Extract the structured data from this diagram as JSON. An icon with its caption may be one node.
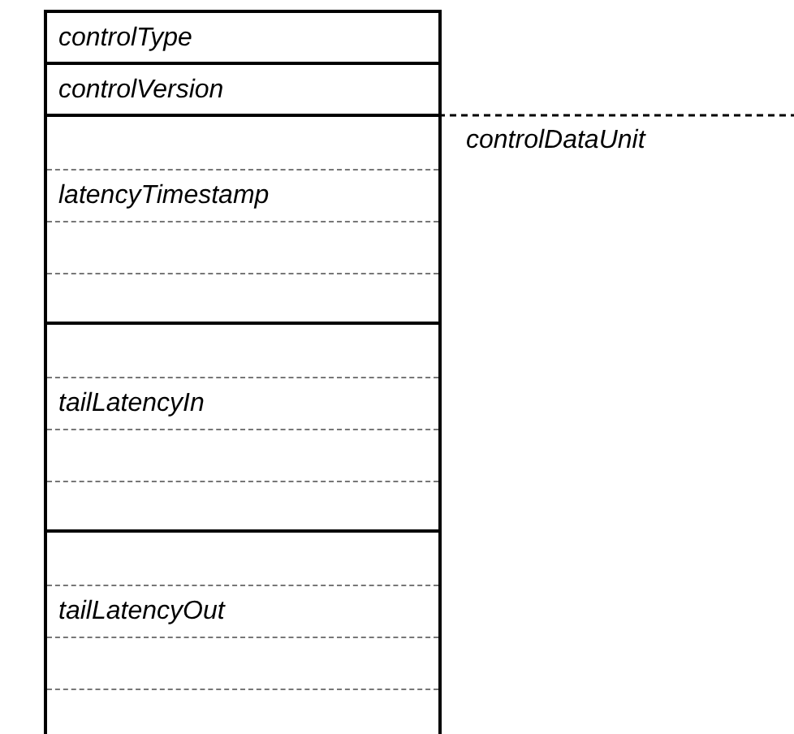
{
  "diagram": {
    "nodes": [
      {
        "text": [
          "controlType"
        ]
      },
      {
        "text": [
          "controlVersion"
        ]
      },
      {
        "text": [
          "latencyTimestamp"
        ]
      },
      {
        "text": [
          "tailLatencyIn"
        ]
      },
      {
        "text": [
          "tailLatencyOut"
        ]
      }
    ],
    "labels": [
      "controlDataUnit"
    ]
  }
}
